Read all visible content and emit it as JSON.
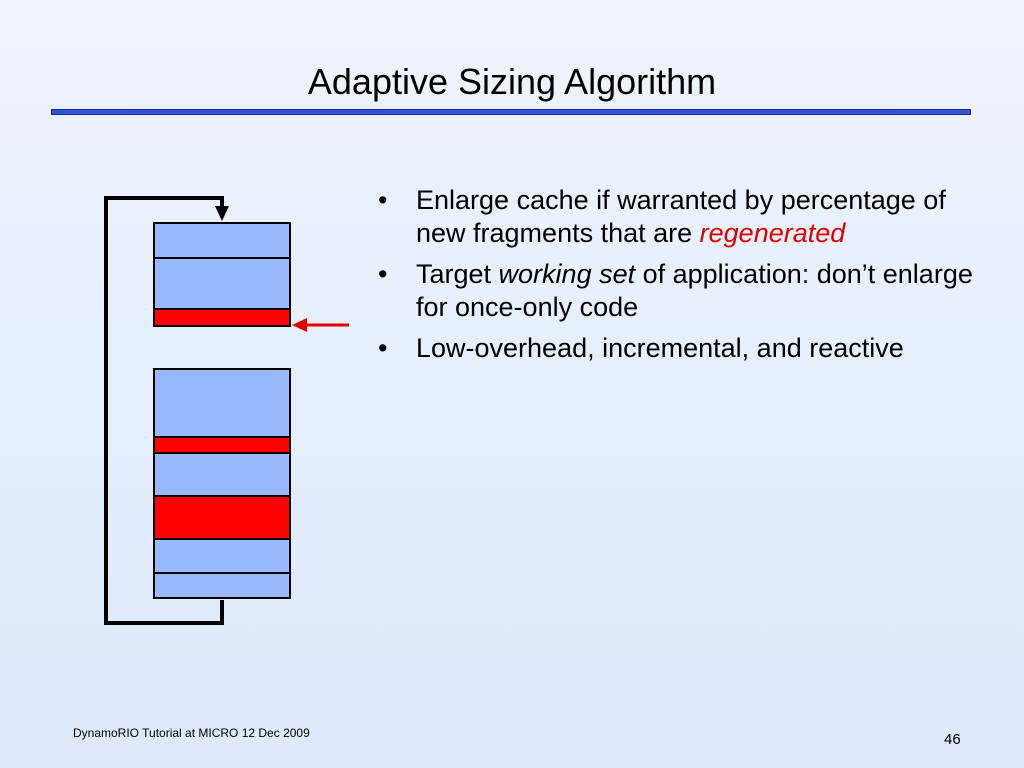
{
  "slide": {
    "title": "Adaptive Sizing Algorithm",
    "bullets": [
      {
        "segments": [
          {
            "text": "Enlarge cache if warranted by percentage of new fragments that are ",
            "style": "normal"
          },
          {
            "text": "regenerated",
            "style": "red-italic"
          }
        ]
      },
      {
        "segments": [
          {
            "text": "Target ",
            "style": "normal"
          },
          {
            "text": "working set",
            "style": "italic"
          },
          {
            "text": " of application: don’t enlarge for once-only code",
            "style": "normal"
          }
        ]
      },
      {
        "segments": [
          {
            "text": "Low-overhead, incremental, and reactive",
            "style": "normal"
          }
        ]
      }
    ],
    "bullet_char": "•",
    "footer": "DynamoRIO Tutorial at MICRO 12 Dec 2009",
    "page_number": "46"
  },
  "diagram": {
    "colors": {
      "cache_block": "#99b9ff",
      "regenerated_block": "#ff0000",
      "pointer_arrow": "#e00000",
      "outline": "#000000"
    }
  }
}
